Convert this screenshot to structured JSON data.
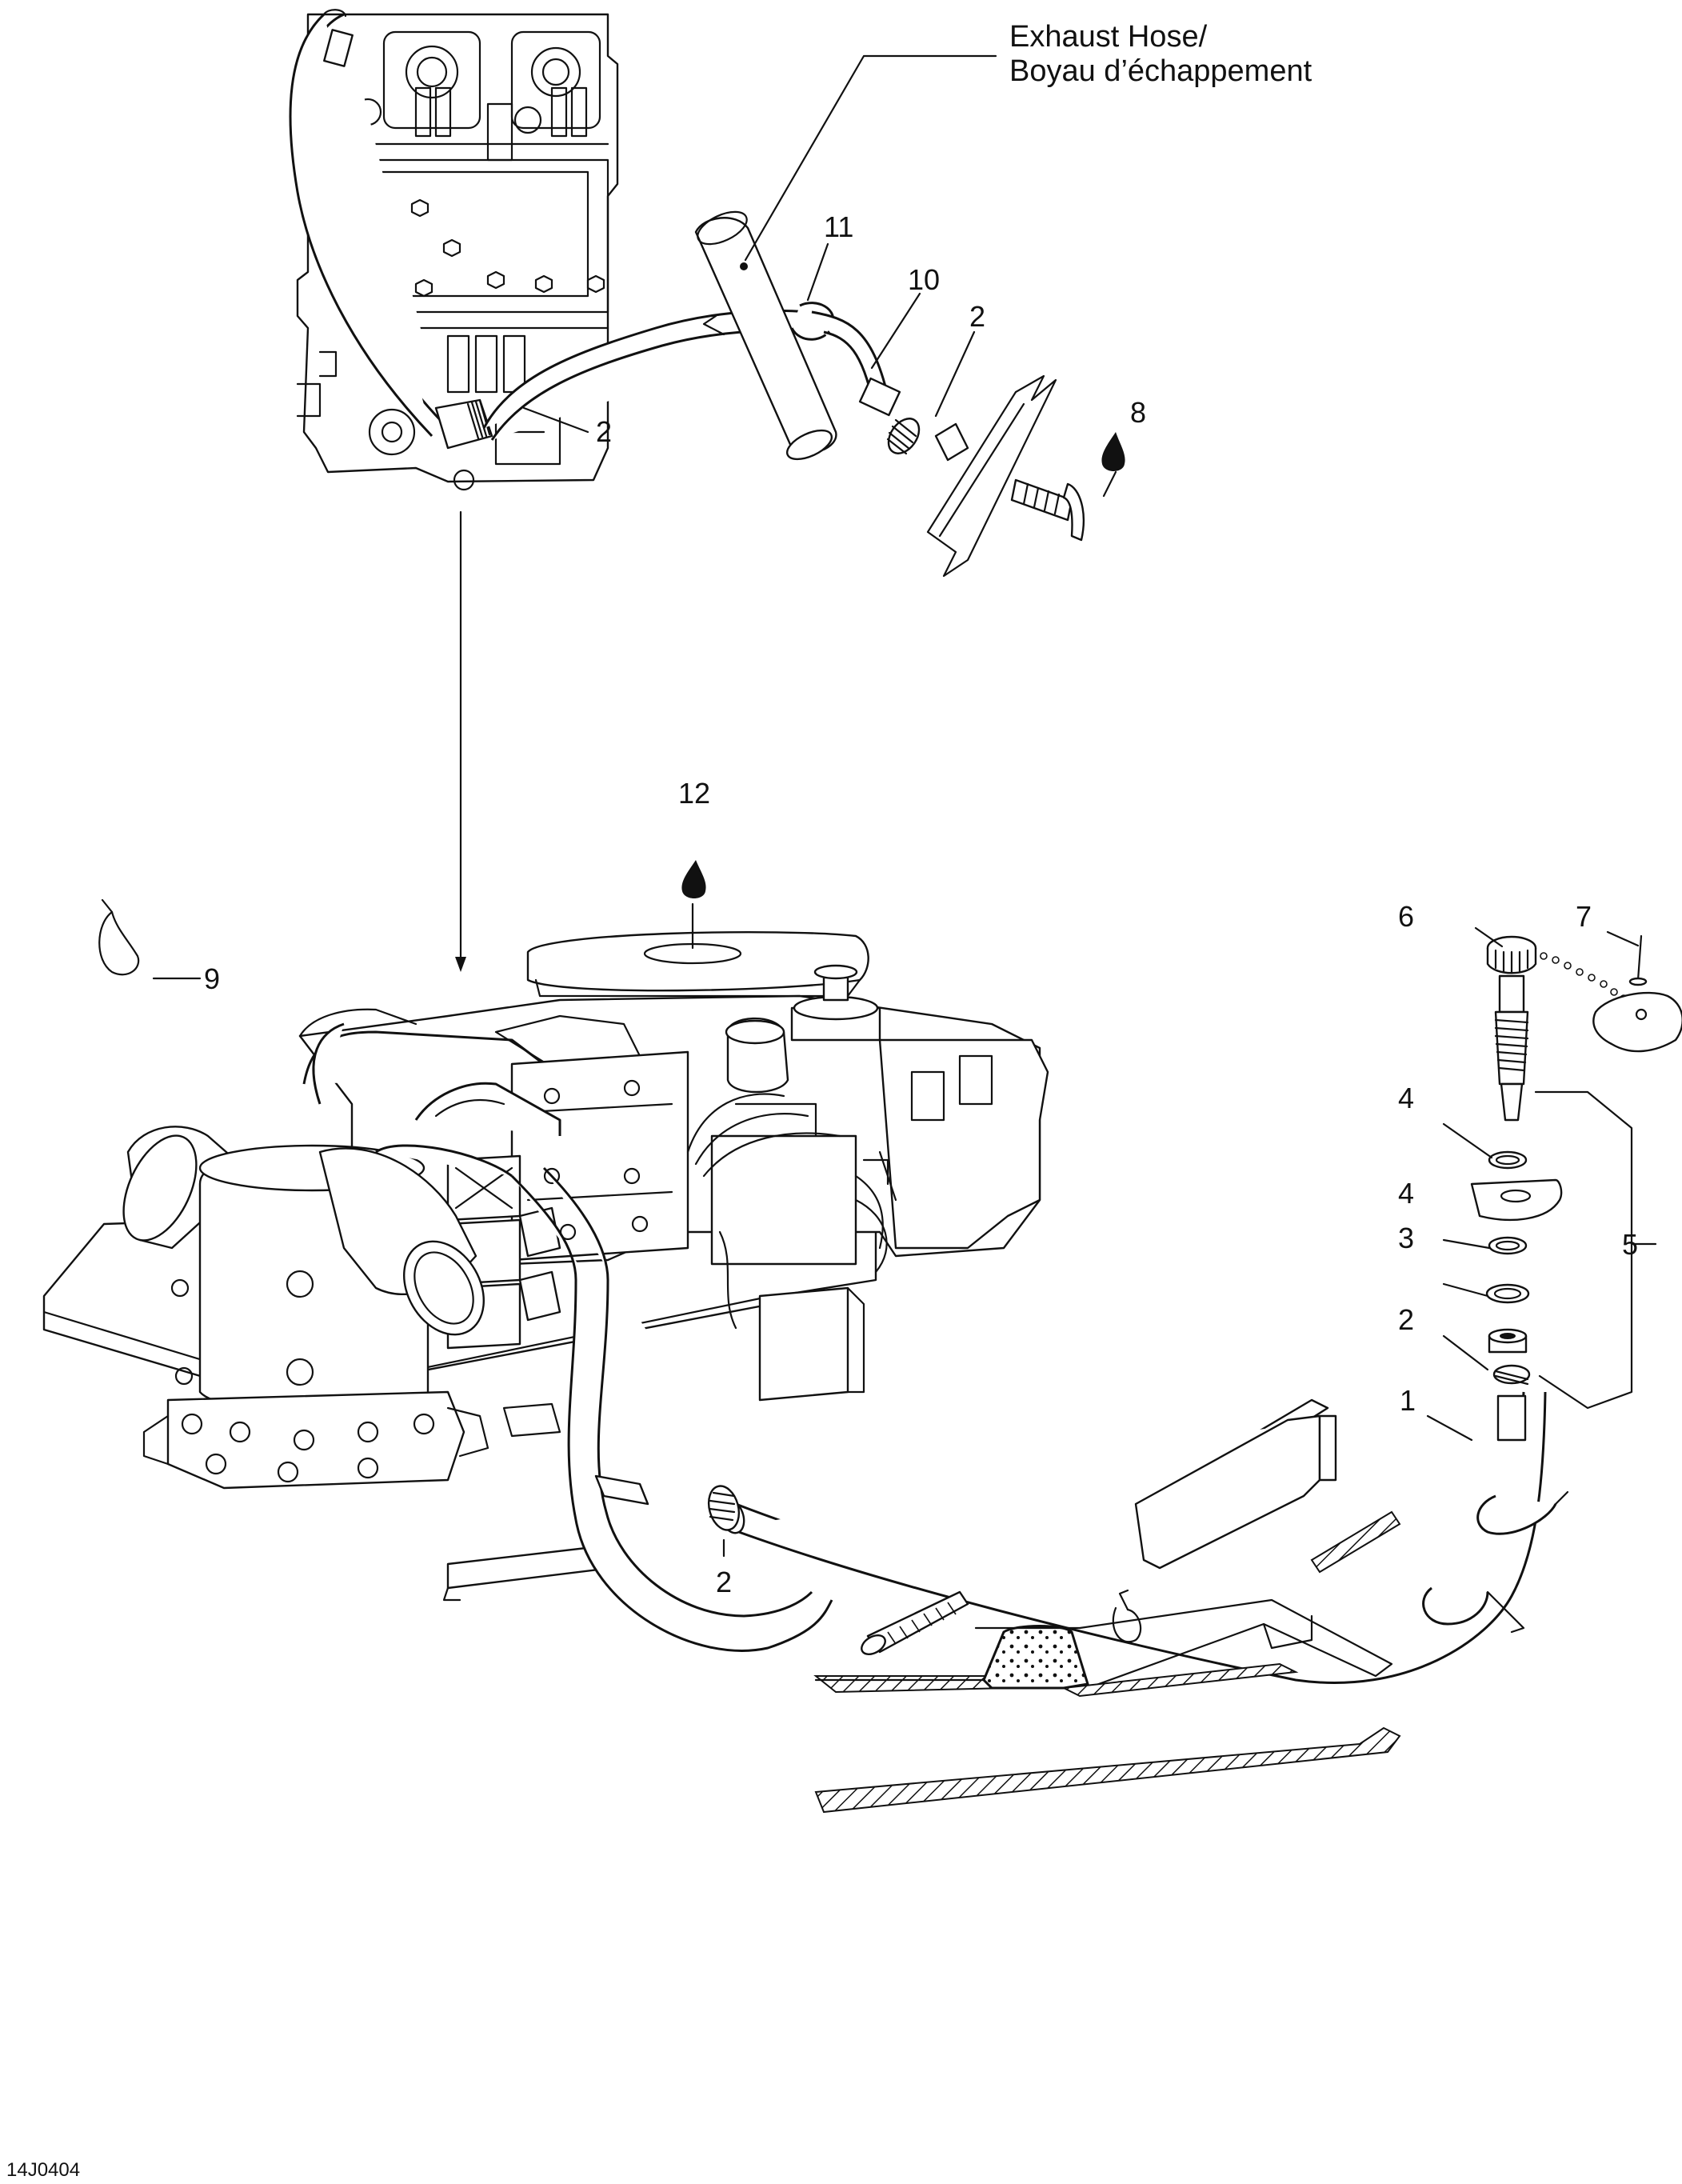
{
  "figure_code": "14J0404",
  "exhaust_hose_label": {
    "line1": "Exhaust Hose/",
    "line2": "Boyau d’échappement"
  },
  "callouts": [
    {
      "id": "c1",
      "text": "1"
    },
    {
      "id": "c2a",
      "text": "2"
    },
    {
      "id": "c2b",
      "text": "2"
    },
    {
      "id": "c2c",
      "text": "2"
    },
    {
      "id": "c2d",
      "text": "2"
    },
    {
      "id": "c3",
      "text": "3"
    },
    {
      "id": "c4a",
      "text": "4"
    },
    {
      "id": "c4b",
      "text": "4"
    },
    {
      "id": "c5",
      "text": "5"
    },
    {
      "id": "c6",
      "text": "6"
    },
    {
      "id": "c7",
      "text": "7"
    },
    {
      "id": "c8",
      "text": "8"
    },
    {
      "id": "c9",
      "text": "9"
    },
    {
      "id": "c10",
      "text": "10"
    },
    {
      "id": "c11",
      "text": "11"
    },
    {
      "id": "c12",
      "text": "12"
    }
  ]
}
